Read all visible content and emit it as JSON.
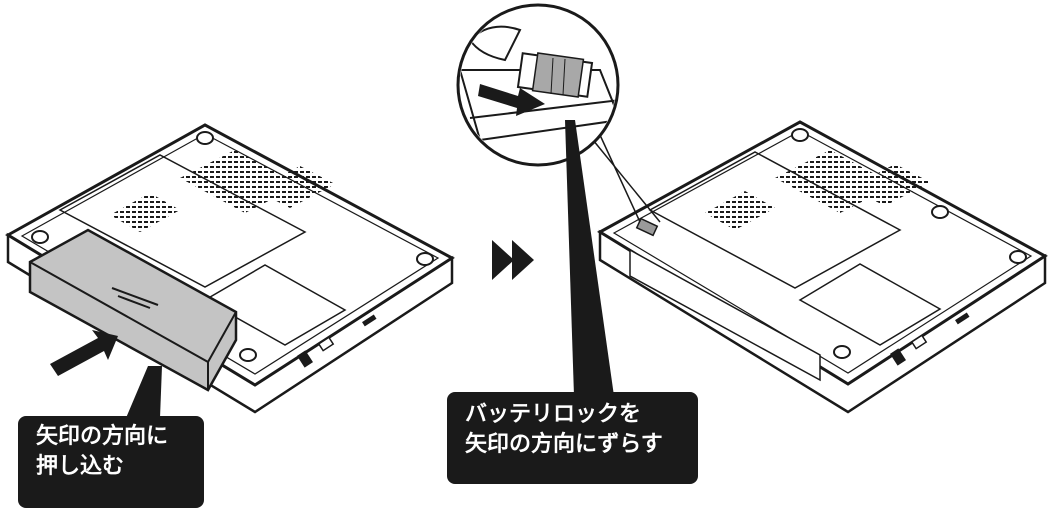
{
  "left_panel": {
    "caption_line1": "矢印の方向に",
    "caption_line2": "押し込む"
  },
  "right_panel": {
    "caption_line1": "バッテリロックを",
    "caption_line2": "矢印の方向にずらす"
  },
  "colors": {
    "outline": "#1a1a1a",
    "battery": "#bdbdbd",
    "callout_bg": "#1a1a1a",
    "callout_text": "#ffffff"
  },
  "icons": [
    "push-arrow-icon",
    "slide-arrow-icon",
    "double-chevron-right-icon"
  ]
}
